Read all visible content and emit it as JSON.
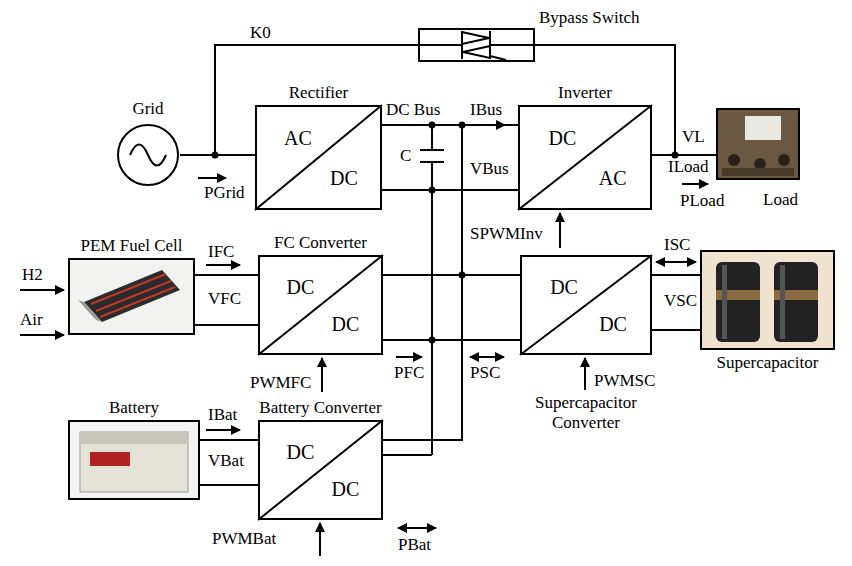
{
  "diagram": {
    "nodes": [
      {
        "text": [
          "Bypass Switch"
        ]
      },
      {
        "text": [
          "Grid"
        ]
      },
      {
        "text": [
          "Rectifier",
          "AC",
          "DC"
        ]
      },
      {
        "text": [
          "Inverter",
          "DC",
          "AC"
        ]
      },
      {
        "text": [
          "Load"
        ]
      },
      {
        "text": [
          "PEM Fuel Cell"
        ]
      },
      {
        "text": [
          "FC Converter",
          "DC",
          "DC"
        ]
      },
      {
        "text": [
          "Supercapacitor Converter",
          "DC",
          "DC"
        ]
      },
      {
        "text": [
          "Supercapacitor"
        ]
      },
      {
        "text": [
          "Battery"
        ]
      },
      {
        "text": [
          "Battery Converter",
          "DC",
          "DC"
        ]
      }
    ],
    "edges": [
      {
        "from": 1,
        "to": 2,
        "arrow": "none"
      },
      {
        "from": 1,
        "to": 0,
        "arrow": "none"
      },
      {
        "from": 0,
        "to": 4,
        "arrow": "none"
      },
      {
        "from": 2,
        "to": 3,
        "arrow": "none"
      },
      {
        "from": 3,
        "to": 4,
        "arrow": "none"
      },
      {
        "from": 5,
        "to": 6,
        "arrow": "none"
      },
      {
        "from": 6,
        "to": 3,
        "arrow": "none"
      },
      {
        "from": 7,
        "to": 3,
        "arrow": "none"
      },
      {
        "from": 7,
        "to": 8,
        "arrow": "none"
      },
      {
        "from": 9,
        "to": 10,
        "arrow": "none"
      },
      {
        "from": 10,
        "to": 3,
        "arrow": "none"
      }
    ],
    "labels": [
      "K0",
      "PGrid",
      "DC Bus",
      "IBus",
      "C",
      "VBus",
      "VL",
      "ILoad",
      "PLoad",
      "SPWMInv",
      "H2",
      "Air",
      "IFC",
      "VFC",
      "PFC",
      "PWMFC",
      "PSC",
      "ISC",
      "VSC",
      "PWMSC",
      "IBat",
      "VBat",
      "PWMBat",
      "PBat"
    ]
  }
}
